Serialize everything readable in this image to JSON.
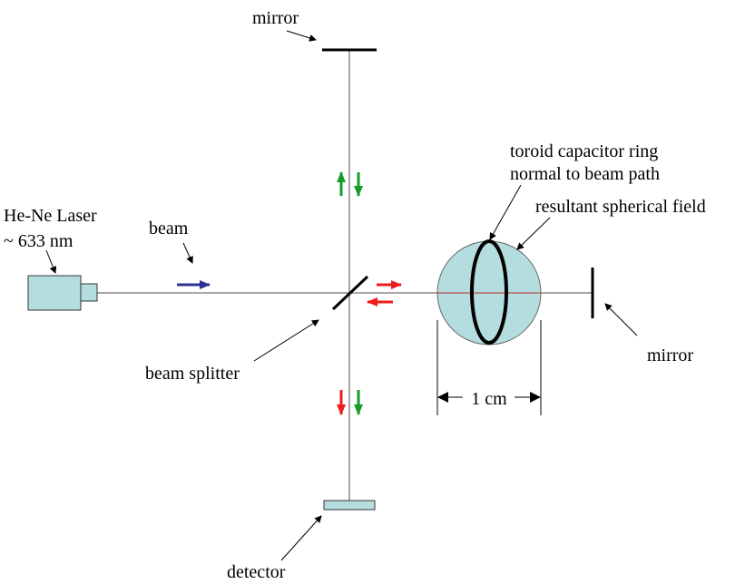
{
  "labels": {
    "top_mirror": "mirror",
    "laser_line1": "He-Ne Laser",
    "laser_line2": "~ 633 nm",
    "beam": "beam",
    "toroid_line1": "toroid capacitor ring",
    "toroid_line2": "normal to beam path",
    "field": "resultant spherical field",
    "right_mirror": "mirror",
    "beam_splitter": "beam splitter",
    "dimension": "1 cm",
    "detector": "detector"
  },
  "colors": {
    "component_fill": "#b4dde0",
    "beam_line": "#5a4a55",
    "blue_arrow": "#2e3192",
    "red_arrow": "#ee1c1c",
    "green_arrow": "#1a9a2a"
  }
}
